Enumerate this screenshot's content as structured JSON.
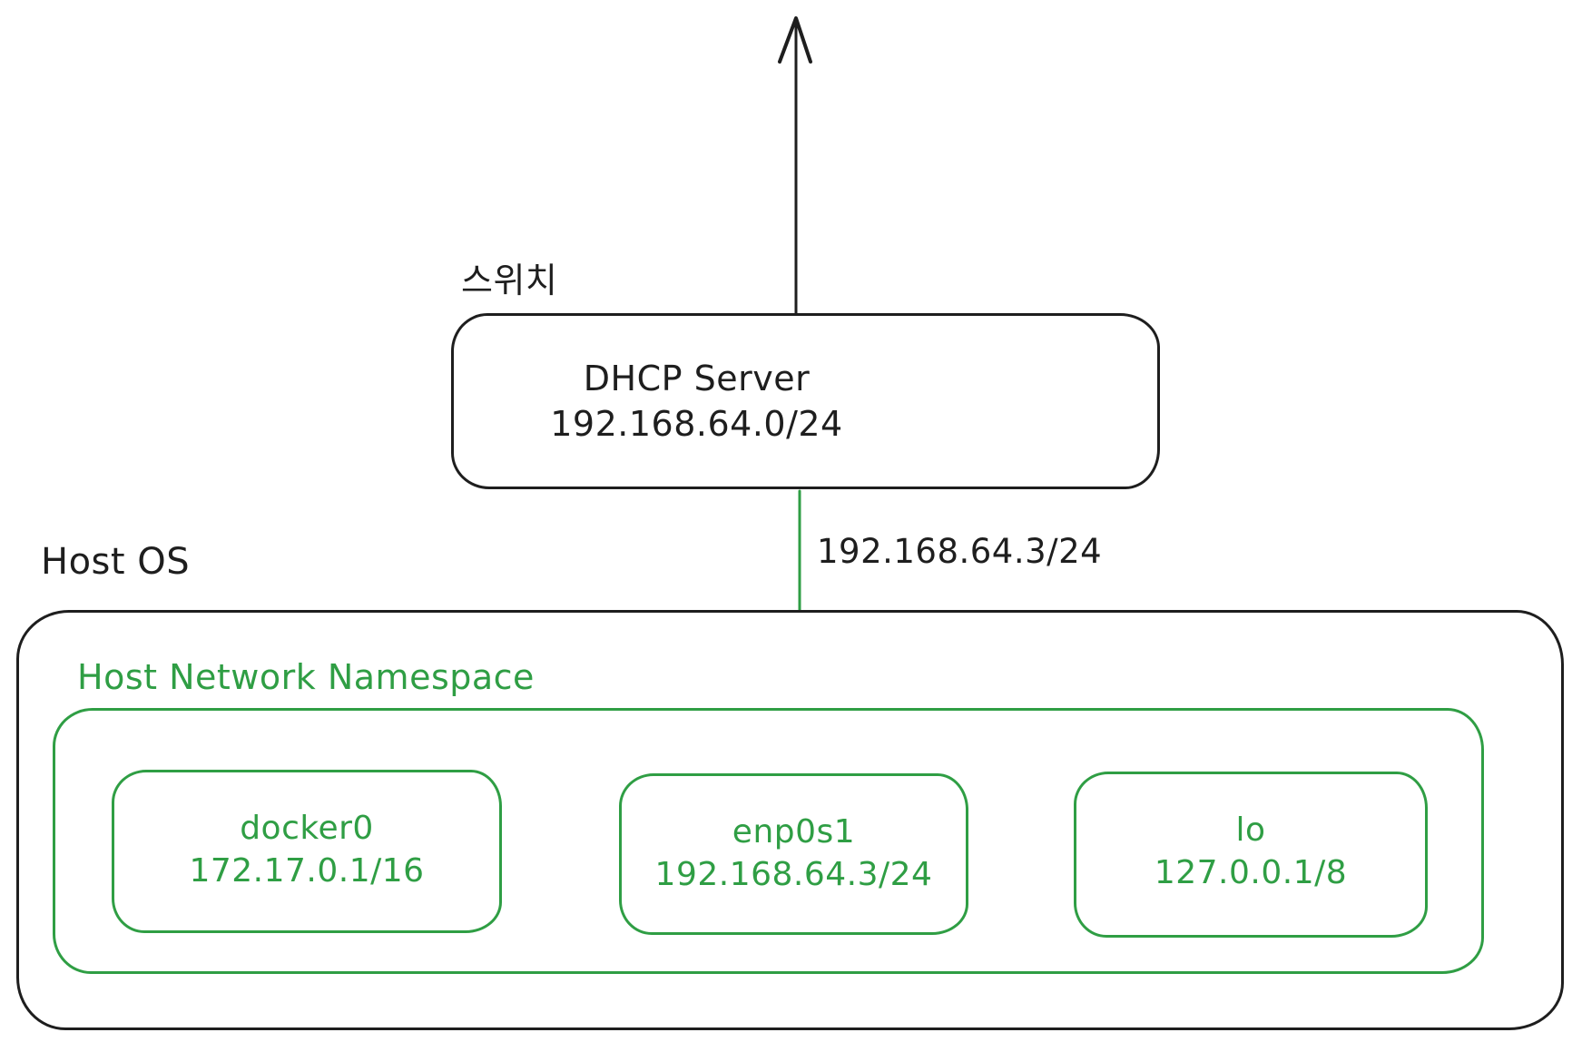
{
  "diagram": {
    "switch_label": "스위치",
    "dhcp_server": {
      "name": "DHCP Server",
      "subnet": "192.168.64.0/24"
    },
    "uplink_label": "192.168.64.3/24",
    "host_os_label": "Host OS",
    "namespace_label": "Host Network Namespace",
    "interfaces": [
      {
        "name": "docker0",
        "address": "172.17.0.1/16"
      },
      {
        "name": "enp0s1",
        "address": "192.168.64.3/24"
      },
      {
        "name": "lo",
        "address": "127.0.0.1/8"
      }
    ],
    "icons": {
      "uplink_arrow": "arrow-up-icon"
    },
    "colors": {
      "ink": "#1e1e1e",
      "green": "#2f9e44",
      "background": "#ffffff"
    }
  }
}
